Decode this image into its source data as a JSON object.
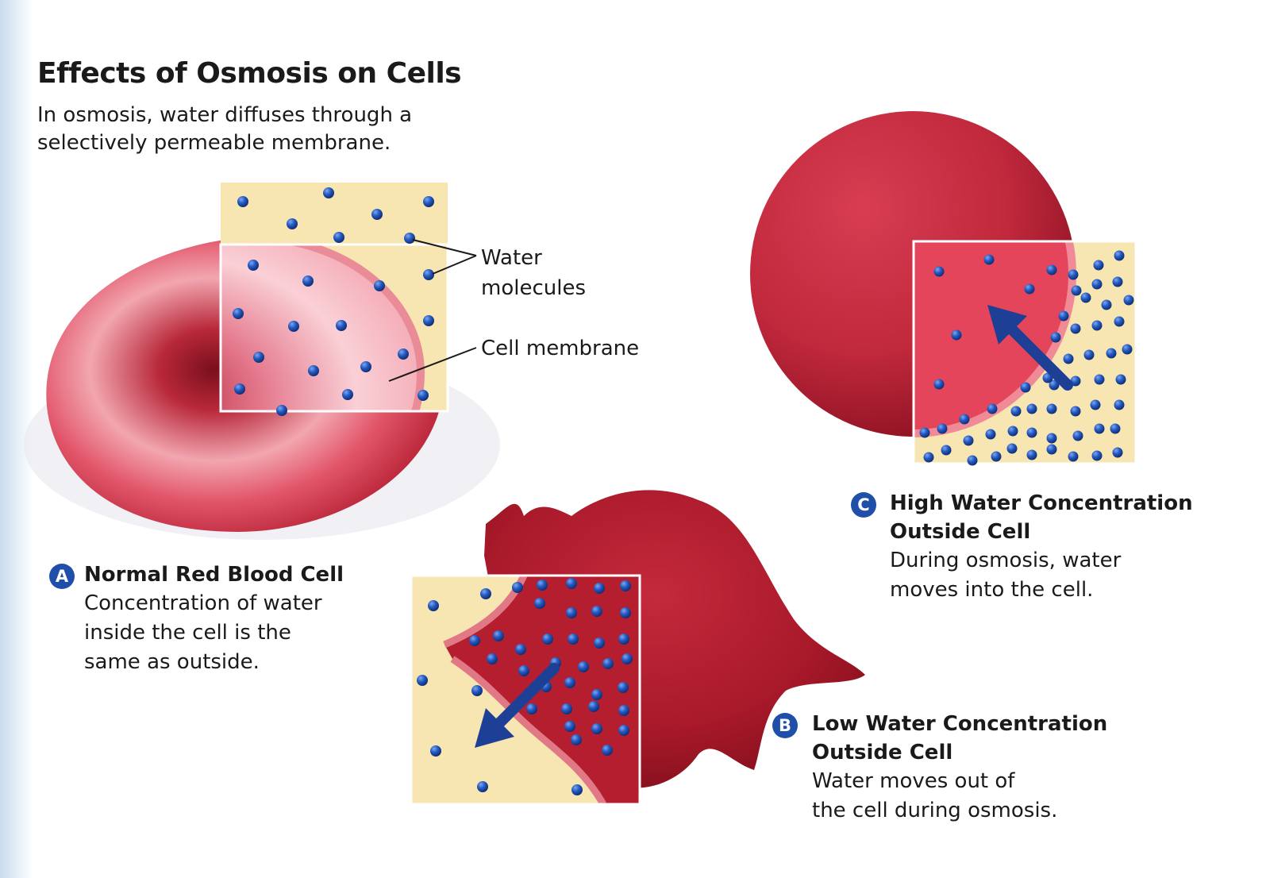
{
  "title": "Effects of Osmosis on Cells",
  "intro": [
    "In osmosis, water diffuses through a",
    "selectively permeable membrane."
  ],
  "labels": {
    "water": [
      "Water",
      "molecules"
    ],
    "membrane": "Cell membrane"
  },
  "panels": {
    "a": {
      "badge": "A",
      "heading": [
        "Normal Red Blood Cell"
      ],
      "body": [
        "Concentration of water",
        "inside the cell is the",
        "same as outside."
      ]
    },
    "b": {
      "badge": "B",
      "heading": [
        "Low Water Concentration",
        "Outside Cell"
      ],
      "body": [
        "Water moves out of",
        "the cell during osmosis."
      ]
    },
    "c": {
      "badge": "C",
      "heading": [
        "High Water Concentration",
        "Outside Cell"
      ],
      "body": [
        "During osmosis, water",
        "moves into the cell."
      ]
    }
  },
  "colors": {
    "cell_red": "#c8283c",
    "cell_dark": "#a0141f",
    "solution": "#f8e6b2",
    "molecule": "#1d4fae",
    "badge": "#1f4fa8",
    "arrow": "#1e3f96"
  }
}
